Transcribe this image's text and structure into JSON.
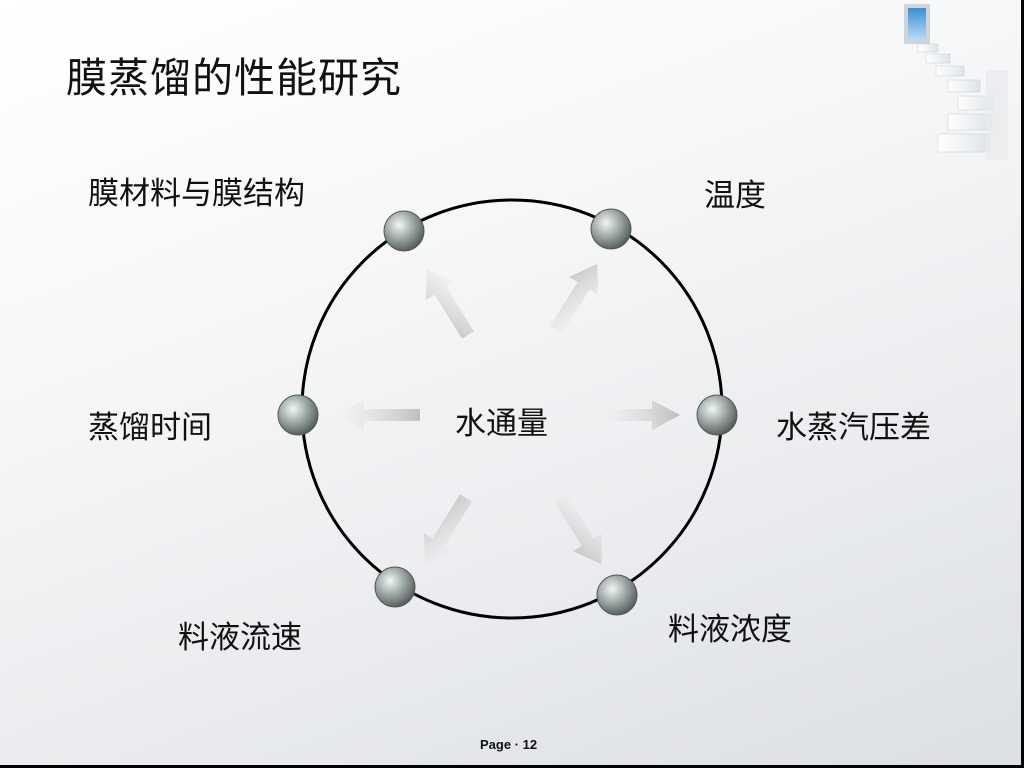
{
  "slide": {
    "title": "膜蒸馏的性能研究",
    "page_label": "Page · 12"
  },
  "diagram": {
    "center": "水通量",
    "factors": {
      "membrane": "膜材料与膜结构",
      "temperature": "温度",
      "vapor_pressure": "水蒸汽压差",
      "feed_concentration": "料液浓度",
      "feed_velocity": "料液流速",
      "distill_time": "蒸馏时间"
    }
  },
  "colors": {
    "circle": "#000000",
    "node": "#8a9594",
    "arrow": "#c8c8c8"
  },
  "decoration": {
    "corner_icon": "staircase-window-image"
  }
}
